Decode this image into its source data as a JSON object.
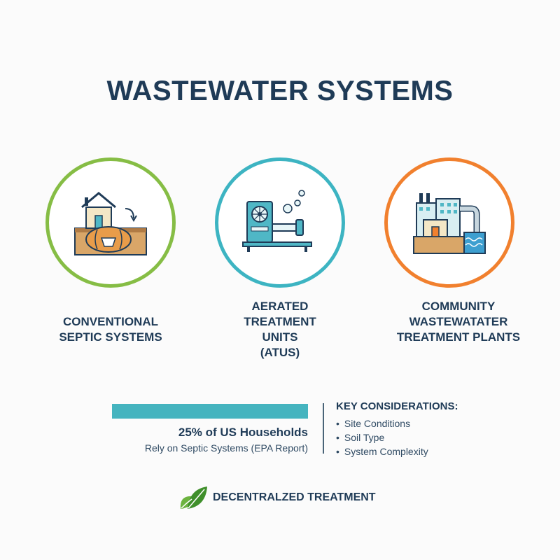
{
  "title": "WASTEWATER SYSTEMS",
  "systems": [
    {
      "label_lines": [
        "CONVENTIONAL",
        "SEPTIC SYSTEMS"
      ],
      "icon": "septic-house-icon",
      "ring_color": "#86bd45"
    },
    {
      "label_lines": [
        "AERATED",
        "TREATMENT",
        "UNITS",
        "(ATUS)"
      ],
      "icon": "aeration-unit-icon",
      "ring_color": "#3db4c2"
    },
    {
      "label_lines": [
        "COMMUNITY",
        "WASTEWATATER",
        "TREATMENT PLANTS"
      ],
      "icon": "treatment-plant-icon",
      "ring_color": "#f1802e"
    }
  ],
  "stat": {
    "percent": 25,
    "headline": "25% of US Households",
    "subtext": "Rely on Septic Systems (EPA Report)",
    "bar_color": "#45b4bf"
  },
  "key_considerations": {
    "title": "KEY CONSIDERATIONS:",
    "items": [
      "Site Conditions",
      "Soil Type",
      "System Complexity"
    ]
  },
  "footer": {
    "text": "DECENTRALZED TREATMENT",
    "icon": "leaf-icon"
  }
}
